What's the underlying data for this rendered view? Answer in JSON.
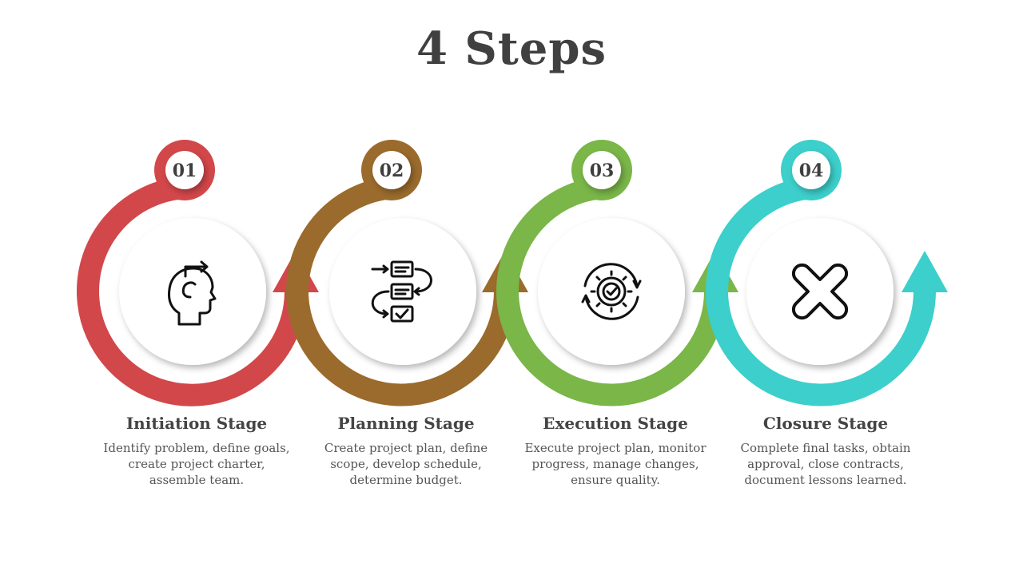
{
  "title": "4 Steps",
  "colors": {
    "step1": "#d2474a",
    "step2": "#9a6b2c",
    "step3": "#7ab648",
    "step4": "#3ccfcb",
    "text_dark": "#404040"
  },
  "steps": [
    {
      "number": "01",
      "title": "Initiation Stage",
      "desc_lines": [
        "Identify problem, define goals,",
        "create project charter,",
        "assemble team."
      ],
      "icon": "head-idea-icon"
    },
    {
      "number": "02",
      "title": "Planning Stage",
      "desc_lines": [
        "Create project plan, define",
        "scope, develop schedule,",
        "determine budget."
      ],
      "icon": "workflow-checklist-icon"
    },
    {
      "number": "03",
      "title": "Execution Stage",
      "desc_lines": [
        "Execute project plan, monitor",
        "progress, manage changes,",
        "ensure quality."
      ],
      "icon": "gear-cycle-check-icon"
    },
    {
      "number": "04",
      "title": "Closure Stage",
      "desc_lines": [
        "Complete final tasks, obtain",
        "approval, close contracts,",
        "document lessons learned."
      ],
      "icon": "close-x-icon"
    }
  ]
}
